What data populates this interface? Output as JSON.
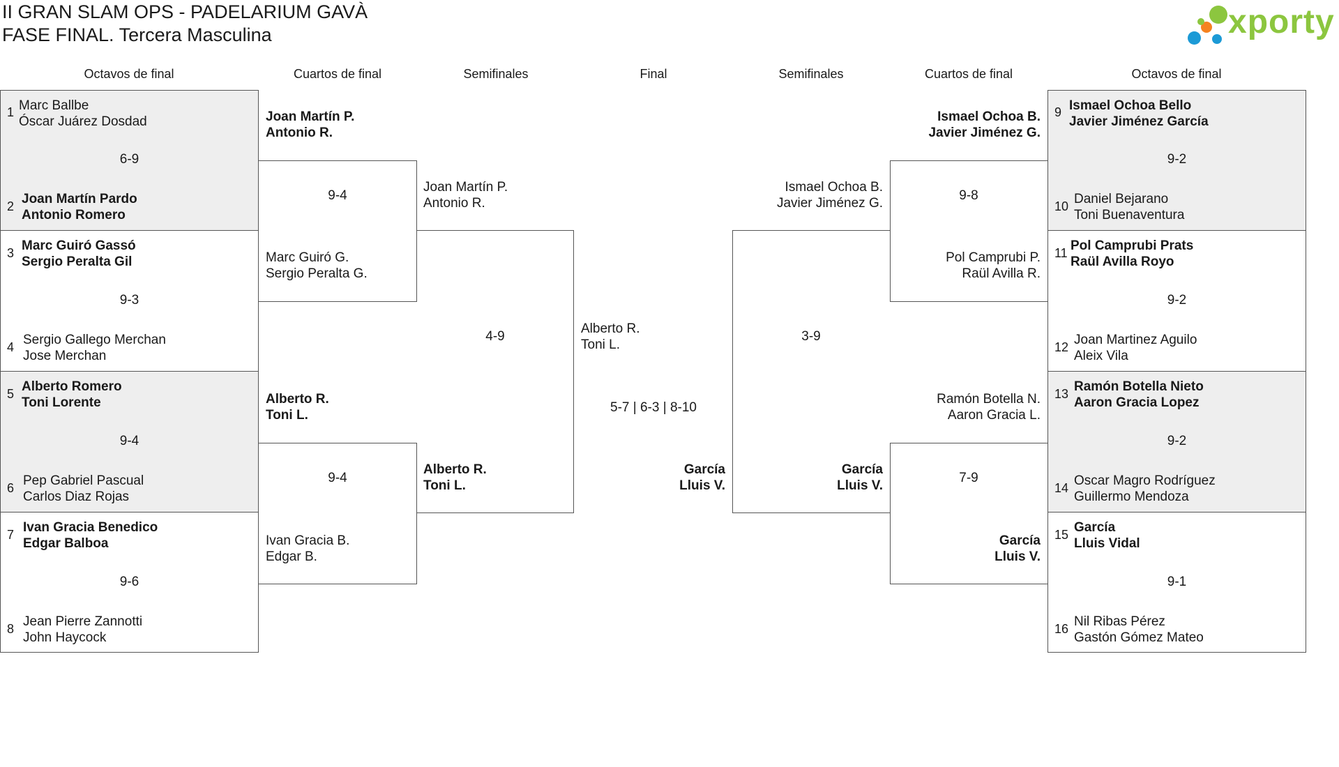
{
  "title": {
    "line1": "II GRAN SLAM OPS - PADELARIUM GAVÀ",
    "line2": "FASE FINAL. Tercera Masculina"
  },
  "logo": {
    "text": "xporty",
    "colors": {
      "orange": "#f58220",
      "green": "#8cc63f",
      "blue": "#1c9ad6"
    }
  },
  "headers": {
    "left_r16": "Octavos de final",
    "left_qf": "Cuartos de final",
    "left_sf": "Semifinales",
    "final": "Final",
    "right_sf": "Semifinales",
    "right_qf": "Cuartos de final",
    "right_r16": "Octavos de final"
  },
  "left_r16": [
    {
      "score": "6-9",
      "top": {
        "seed": "1",
        "p1": "Marc Ballbe",
        "p2": "Óscar Juárez Dosdad"
      },
      "bottom": {
        "seed": "2",
        "p1": "Joan Martín Pardo",
        "p2": "Antonio Romero"
      }
    },
    {
      "score": "9-3",
      "top": {
        "seed": "3",
        "p1": "Marc Guiró Gassó",
        "p2": "Sergio Peralta Gil"
      },
      "bottom": {
        "seed": "4",
        "p1": "Sergio Gallego Merchan",
        "p2": "Jose Merchan"
      }
    },
    {
      "score": "9-4",
      "top": {
        "seed": "5",
        "p1": "Alberto Romero",
        "p2": "Toni Lorente"
      },
      "bottom": {
        "seed": "6",
        "p1": "Pep Gabriel Pascual",
        "p2": "Carlos Diaz Rojas"
      }
    },
    {
      "score": "9-6",
      "top": {
        "seed": "7",
        "p1": "Ivan Gracia Benedico",
        "p2": "Edgar Balboa"
      },
      "bottom": {
        "seed": "8",
        "p1": "Jean Pierre Zannotti",
        "p2": "John Haycock"
      }
    }
  ],
  "left_qf": [
    {
      "score": "9-4",
      "top": {
        "p1": "Joan Martín P.",
        "p2": "Antonio R."
      },
      "bottom": {
        "p1": "Marc Guiró G.",
        "p2": "Sergio Peralta G."
      }
    },
    {
      "score": "9-4",
      "top": {
        "p1": "Alberto R.",
        "p2": "Toni L."
      },
      "bottom": {
        "p1": "Ivan Gracia B.",
        "p2": "Edgar B."
      }
    }
  ],
  "left_sf": {
    "score": "4-9",
    "top": {
      "p1": "Joan Martín P.",
      "p2": "Antonio R."
    },
    "bottom": {
      "p1": "Alberto R.",
      "p2": "Toni L."
    }
  },
  "final": {
    "score": "5-7 | 6-3 | 8-10",
    "left": {
      "p1": "Alberto R.",
      "p2": "Toni L."
    },
    "right": {
      "p1": "García",
      "p2": "Lluis V."
    }
  },
  "right_sf": {
    "score": "3-9",
    "top": {
      "p1": "Ismael Ochoa B.",
      "p2": "Javier Jiménez G."
    },
    "bottom": {
      "p1": "García",
      "p2": "Lluis V."
    }
  },
  "right_qf": [
    {
      "score": "9-8",
      "top": {
        "p1": "Ismael Ochoa B.",
        "p2": "Javier Jiménez G."
      },
      "bottom": {
        "p1": "Pol Camprubi P.",
        "p2": "Raül Avilla R."
      }
    },
    {
      "score": "7-9",
      "top": {
        "p1": "Ramón Botella N.",
        "p2": "Aaron Gracia L."
      },
      "bottom": {
        "p1": "García",
        "p2": "Lluis V."
      }
    }
  ],
  "right_r16": [
    {
      "score": "9-2",
      "top": {
        "seed": "9",
        "p1": "Ismael Ochoa Bello",
        "p2": "Javier Jiménez García"
      },
      "bottom": {
        "seed": "10",
        "p1": "Daniel Bejarano",
        "p2": "Toni Buenaventura"
      }
    },
    {
      "score": "9-2",
      "top": {
        "seed": "11",
        "p1": "Pol Camprubi Prats",
        "p2": "Raül Avilla Royo"
      },
      "bottom": {
        "seed": "12",
        "p1": "Joan Martinez Aguilo",
        "p2": "Aleix Vila"
      }
    },
    {
      "score": "9-2",
      "top": {
        "seed": "13",
        "p1": "Ramón Botella Nieto",
        "p2": "Aaron Gracia Lopez"
      },
      "bottom": {
        "seed": "14",
        "p1": "Oscar Magro Rodríguez",
        "p2": "Guillermo Mendoza"
      }
    },
    {
      "score": "9-1",
      "top": {
        "seed": "15",
        "p1": "García",
        "p2": "Lluis Vidal"
      },
      "bottom": {
        "seed": "16",
        "p1": "Nil Ribas Pérez",
        "p2": "Gastón Gómez Mateo"
      }
    }
  ]
}
